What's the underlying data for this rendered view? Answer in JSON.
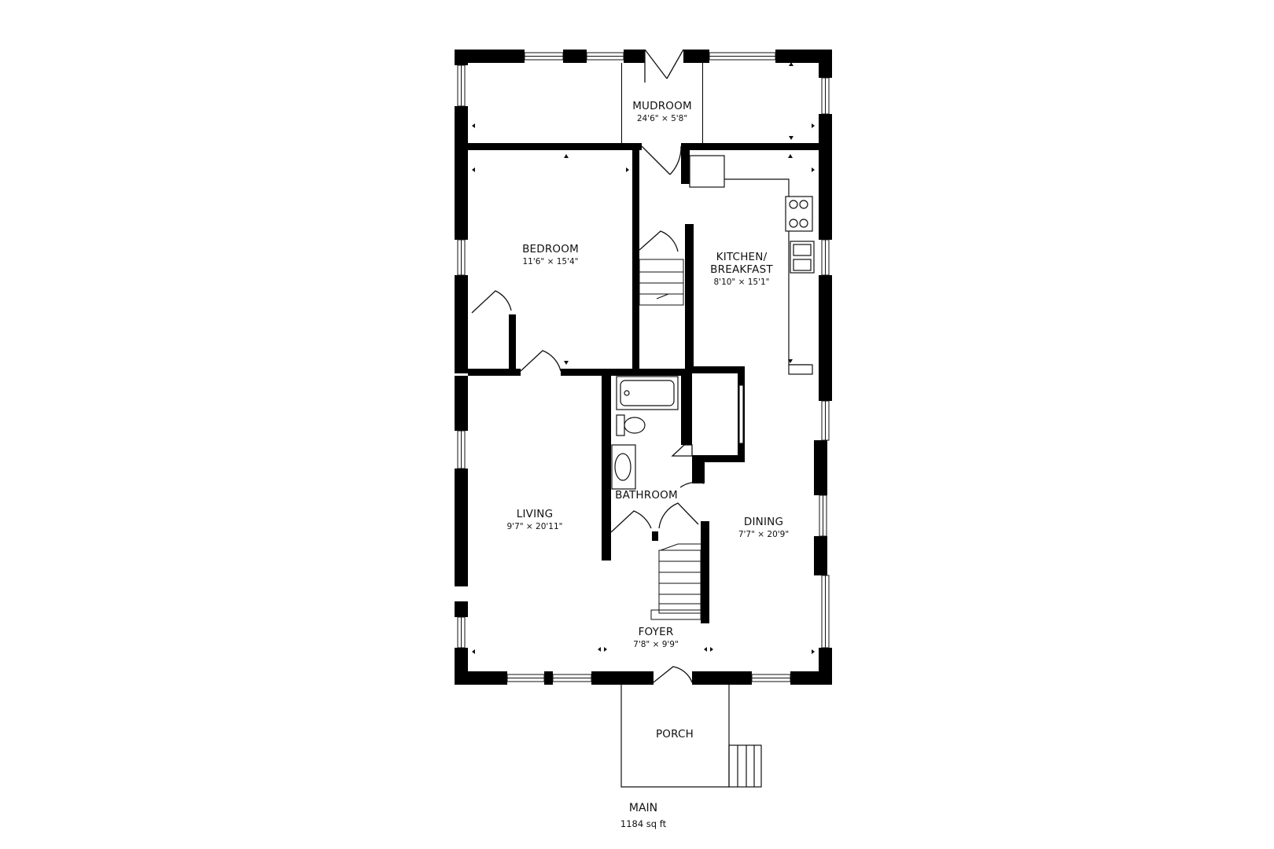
{
  "rooms": {
    "mudroom": {
      "name": "MUDROOM",
      "dims": "24'6\" × 5'8\""
    },
    "bedroom": {
      "name": "BEDROOM",
      "dims": "11'6\" × 15'4\""
    },
    "kitchen": {
      "name_line1": "KITCHEN/",
      "name_line2": "BREAKFAST",
      "dims": "8'10\" × 15'1\""
    },
    "bathroom": {
      "name": "BATHROOM"
    },
    "living": {
      "name": "LIVING",
      "dims": "9'7\" × 20'11\""
    },
    "dining": {
      "name": "DINING",
      "dims": "7'7\" × 20'9\""
    },
    "foyer": {
      "name": "FOYER",
      "dims": "7'8\" × 9'9\""
    },
    "porch": {
      "name": "PORCH"
    }
  },
  "floor": {
    "name": "MAIN",
    "area": "1184 sq ft"
  },
  "colors": {
    "wall": "#000000",
    "line": "#111111",
    "background": "#ffffff"
  }
}
